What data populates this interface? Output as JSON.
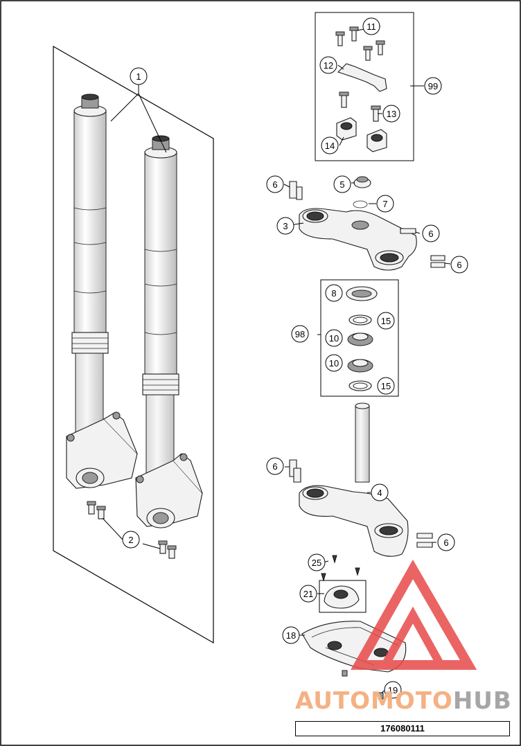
{
  "diagram": {
    "drawing_number": "176080111",
    "callouts": [
      {
        "id": "c1",
        "label": "1"
      },
      {
        "id": "c2",
        "label": "2"
      },
      {
        "id": "c3",
        "label": "3"
      },
      {
        "id": "c4",
        "label": "4"
      },
      {
        "id": "c5",
        "label": "5"
      },
      {
        "id": "c6a",
        "label": "6"
      },
      {
        "id": "c6b",
        "label": "6"
      },
      {
        "id": "c6c",
        "label": "6"
      },
      {
        "id": "c6d",
        "label": "6"
      },
      {
        "id": "c6e",
        "label": "6"
      },
      {
        "id": "c7",
        "label": "7"
      },
      {
        "id": "c8",
        "label": "8"
      },
      {
        "id": "c10a",
        "label": "10"
      },
      {
        "id": "c10b",
        "label": "10"
      },
      {
        "id": "c11",
        "label": "11"
      },
      {
        "id": "c12",
        "label": "12"
      },
      {
        "id": "c13",
        "label": "13"
      },
      {
        "id": "c14",
        "label": "14"
      },
      {
        "id": "c15a",
        "label": "15"
      },
      {
        "id": "c15b",
        "label": "15"
      },
      {
        "id": "c18",
        "label": "18"
      },
      {
        "id": "c19",
        "label": "19"
      },
      {
        "id": "c21",
        "label": "21"
      },
      {
        "id": "c25",
        "label": "25"
      },
      {
        "id": "c98",
        "label": "98"
      },
      {
        "id": "c99",
        "label": "99"
      }
    ]
  },
  "watermark": {
    "text_part1": "AUTO",
    "text_part2": "MOTO",
    "text_part3": "HUB",
    "colors": {
      "orange": "#f4b183",
      "grey": "#a6a6a6",
      "red": "#e84a4a"
    }
  }
}
